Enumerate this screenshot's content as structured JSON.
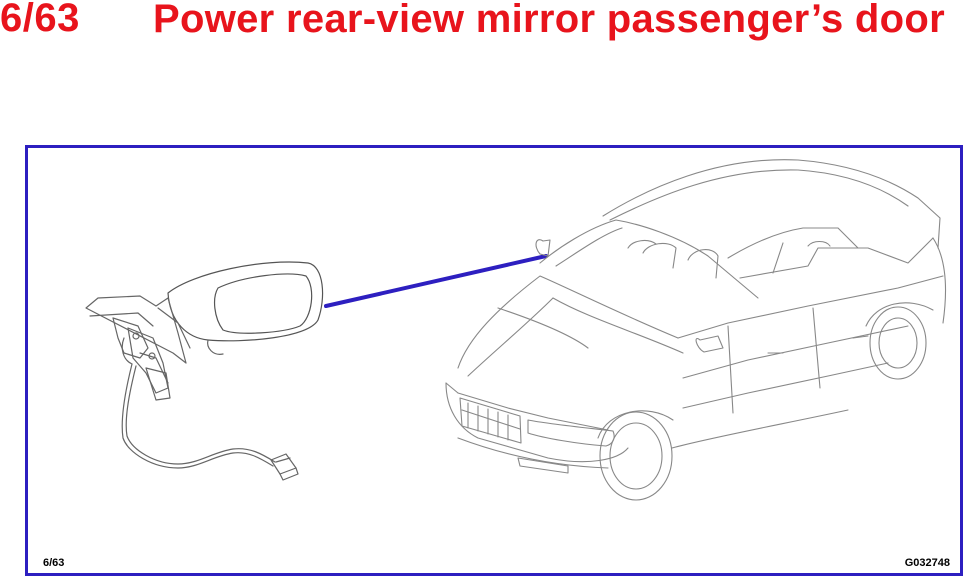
{
  "header": {
    "number": "6/63",
    "title": "Power rear-view mirror passenger’s door"
  },
  "figure": {
    "page_ref": "6/63",
    "figure_id": "G032748",
    "accent_color": "#2d1fc0",
    "heading_color": "#e8141c"
  }
}
